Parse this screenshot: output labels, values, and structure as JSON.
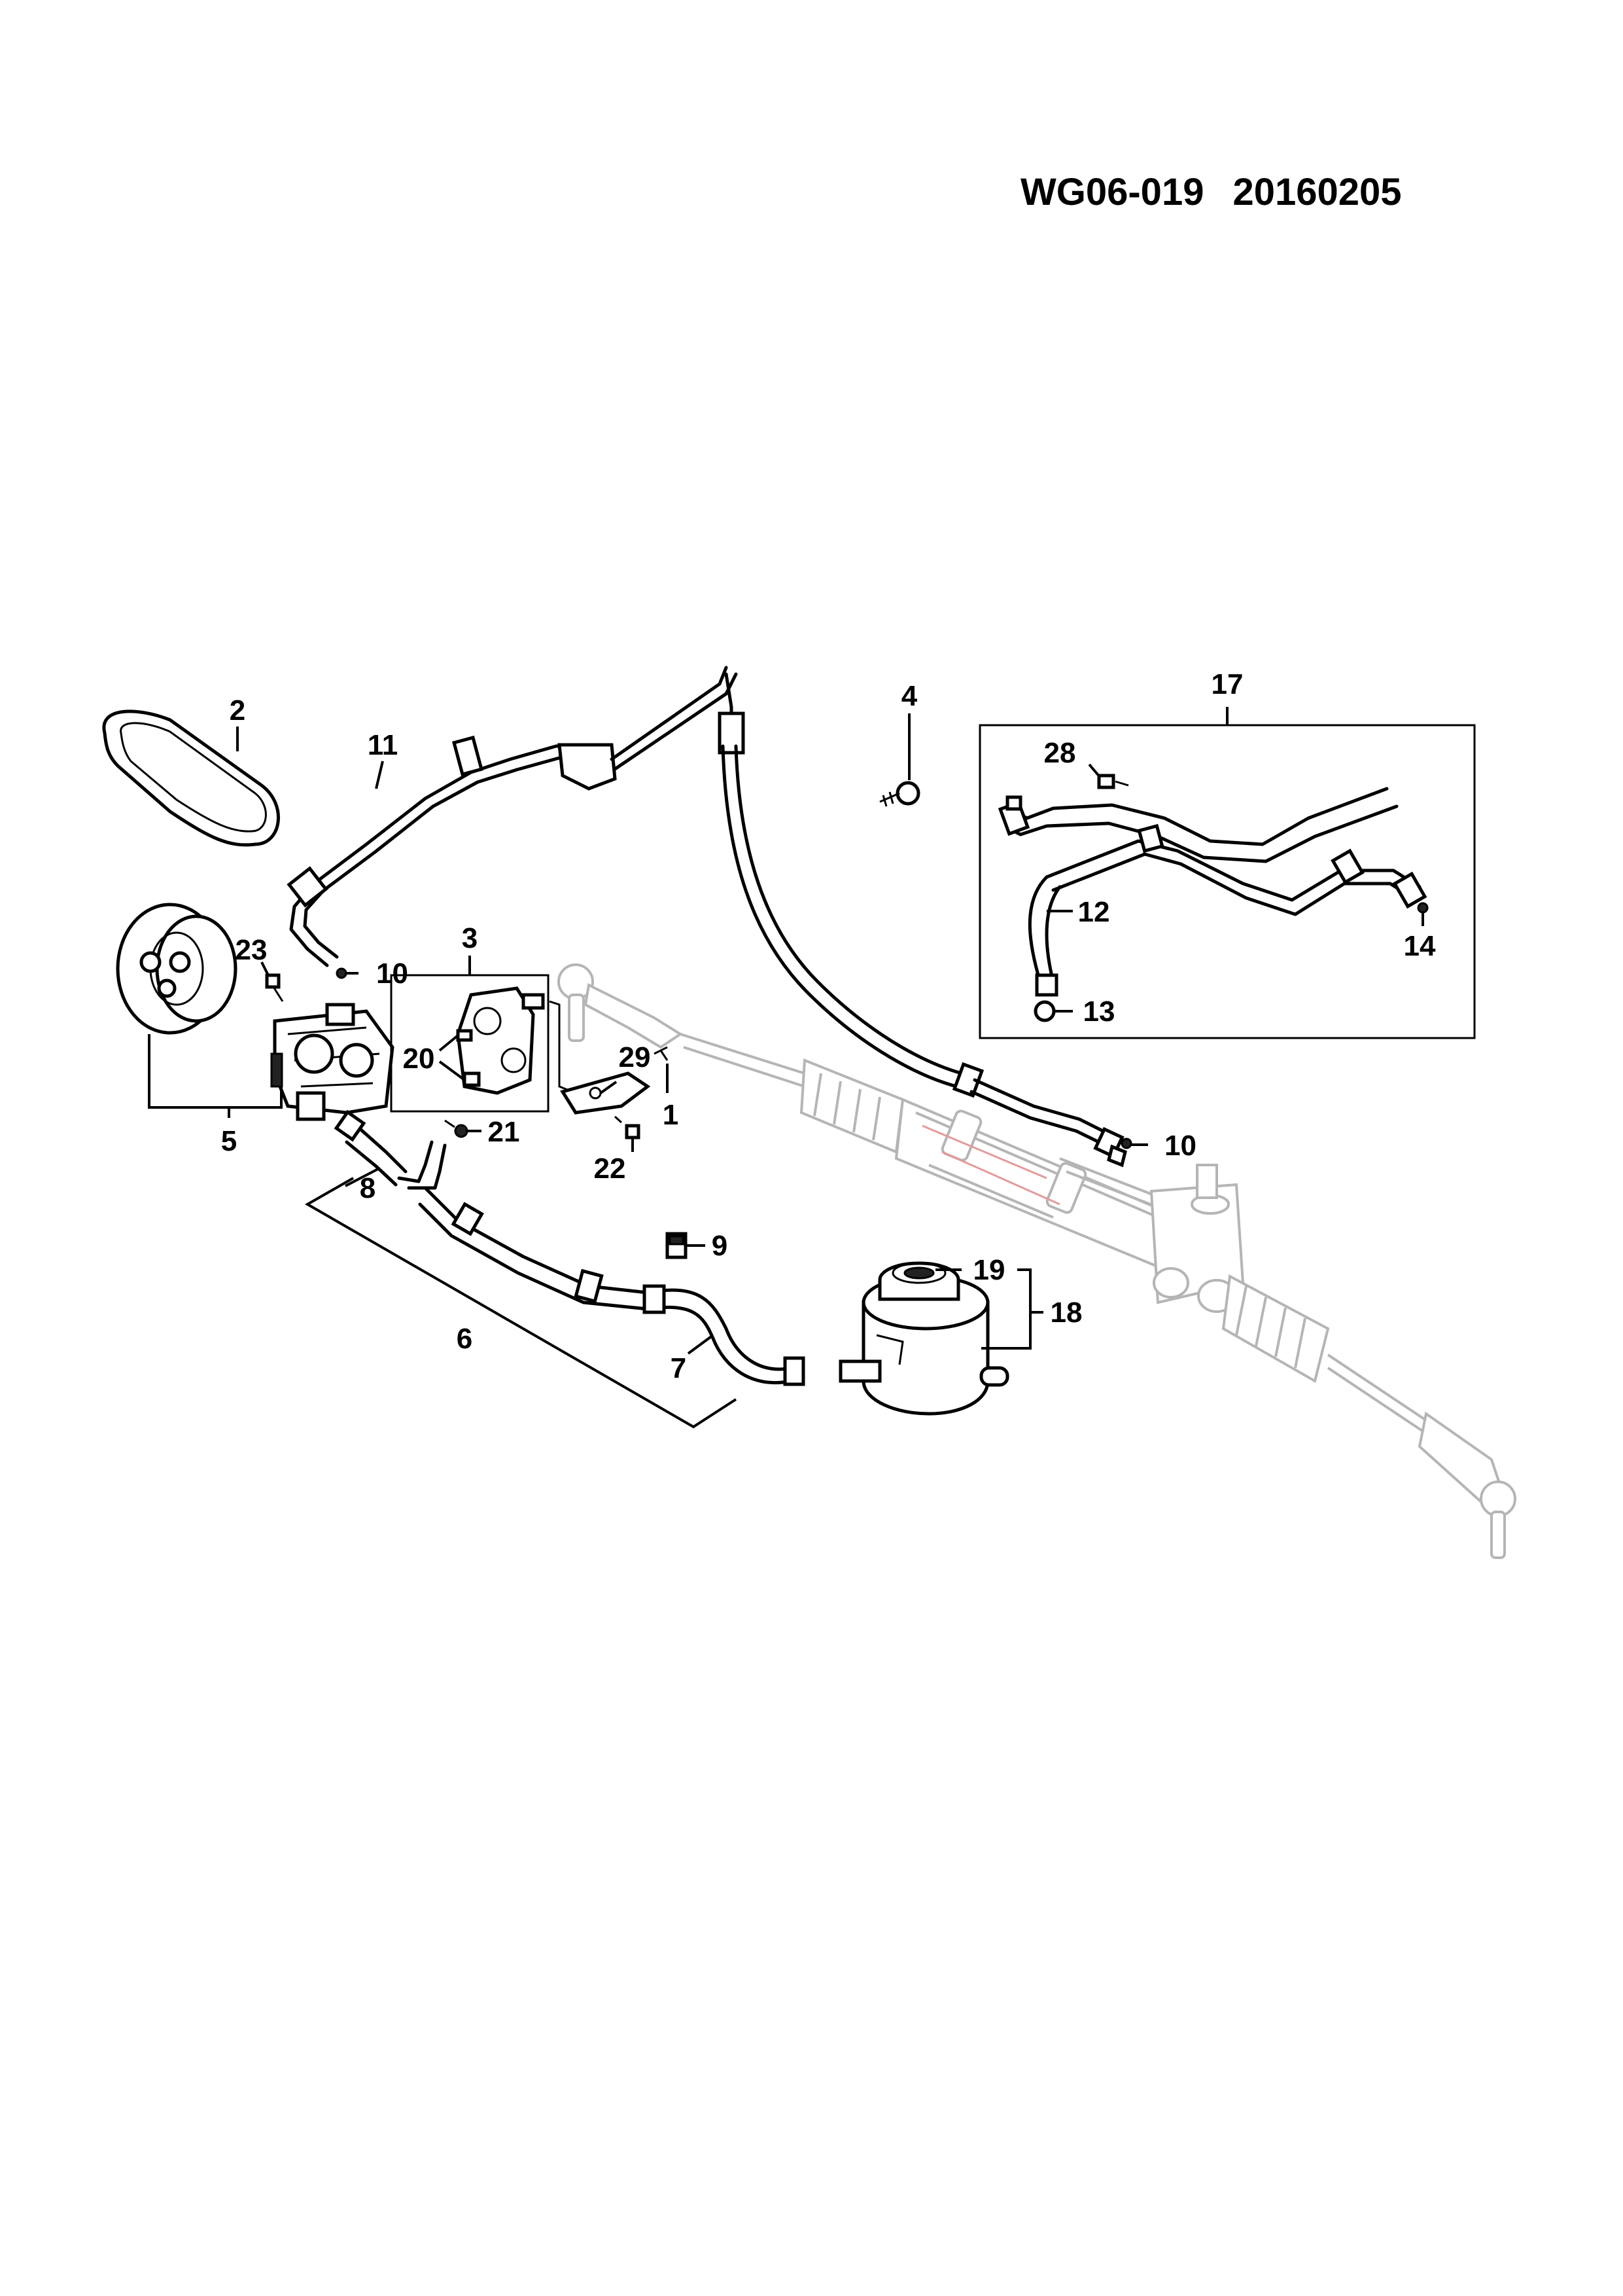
{
  "header": {
    "drawing_code": "WG06-019",
    "date_code": "20160205"
  },
  "callouts": {
    "c1": "1",
    "c2": "2",
    "c3": "3",
    "c4": "4",
    "c5": "5",
    "c6": "6",
    "c7": "7",
    "c8": "8",
    "c9": "9",
    "c10a": "10",
    "c10b": "10",
    "c11": "11",
    "c12": "12",
    "c13": "13",
    "c14": "14",
    "c17": "17",
    "c18": "18",
    "c19": "19",
    "c20": "20",
    "c21": "21",
    "c22": "22",
    "c23": "23",
    "c28": "28",
    "c29": "29"
  }
}
